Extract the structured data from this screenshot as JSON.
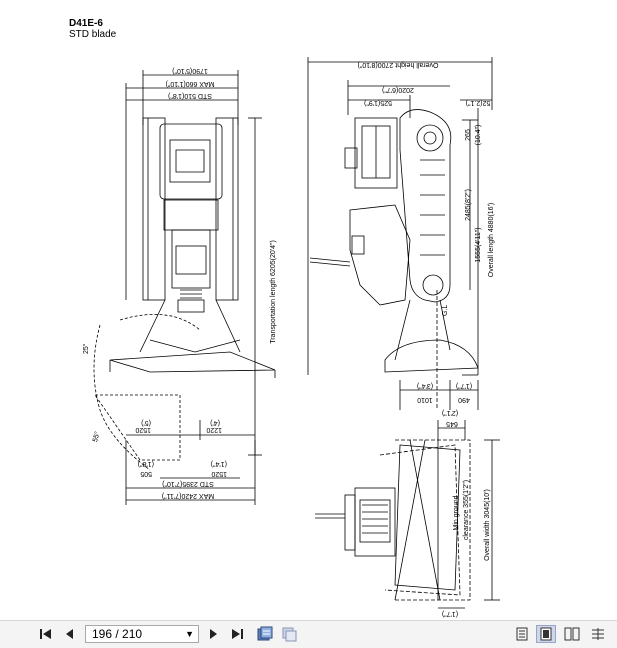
{
  "document": {
    "model": "D41E-6",
    "subtitle": "STD blade"
  },
  "left_view": {
    "top_dims": [
      "1790(5'10\")",
      "MAX 660(1'10\")",
      "STD 510(1'8\")"
    ],
    "side_dim": "Transportation length 6205(20'4\")",
    "angle_upper": "25°",
    "angle_lower": "55°",
    "bottom_dims": {
      "left_value": "1520",
      "left_sub": "(5')",
      "right_value": "1220",
      "right_sub": "(4')",
      "inner_left": "505",
      "inner_left_sub": "(1'8\")",
      "inner_right": "1520",
      "inner_right_sub": "(1'4\")",
      "std": "STD 2395(7'10\")",
      "max": "MAX 2420(7'11\")"
    }
  },
  "right_view": {
    "overall_height": "Overall height 2700(8'10\")",
    "dim_2020": "2020(6'7\")",
    "dim_525": "525(1'9\")",
    "dim_52": "52(2.1\")",
    "dim_265": "265",
    "dim_265_sub": "(10.4\")",
    "dim_2485": "2485(8'2\")",
    "dim_1555": "1555(4'11\")",
    "overall_length": "Overall length 4880(16')",
    "gl": "G.L",
    "dim_490": "490",
    "dim_1010": "1010",
    "dim_1010_sub": "(3'4\")",
    "dim_490_sub": "(1'7\")"
  },
  "front_view": {
    "dim_645": "645",
    "dim_645_sub": "(2'1\")",
    "min_clearance": "Min ground",
    "min_clearance_2": "clearance 355(1'2\")",
    "overall_width": "Overall width 3045(10')",
    "dim_bottom_sub": "(1'7\")"
  },
  "toolbar": {
    "page_indicator": "196 / 210",
    "icons": [
      "first-page-icon",
      "prev-page-icon",
      "next-page-icon",
      "last-page-icon",
      "save-icon",
      "print-icon",
      "single-page-view-icon",
      "continuous-view-icon",
      "two-page-view-icon",
      "settings-icon"
    ]
  }
}
